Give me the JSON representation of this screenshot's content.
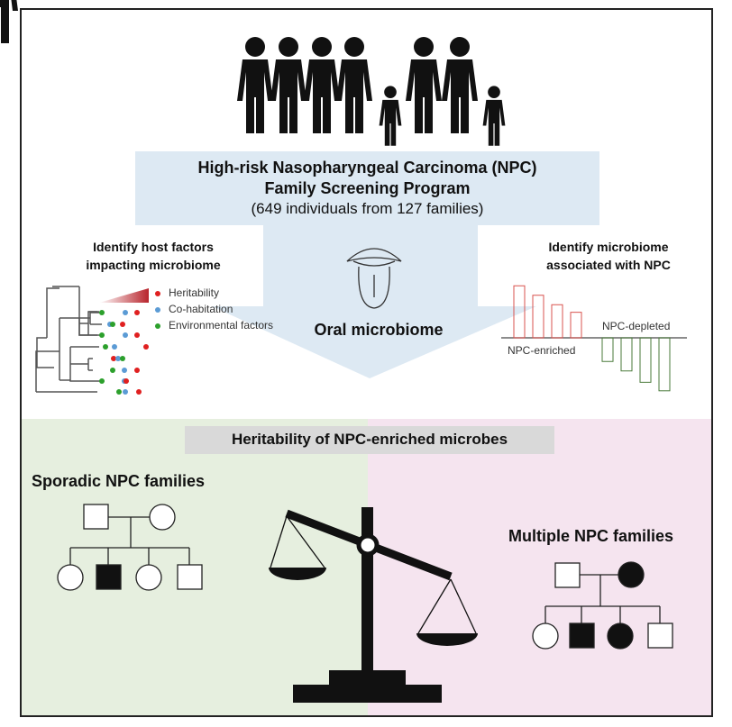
{
  "program": {
    "title_line1": "High-risk Nasopharyngeal Carcinoma (NPC)",
    "title_line2": "Family Screening Program",
    "subtitle": "(649 individuals from 127 families)"
  },
  "center": {
    "label": "Oral microbiome",
    "icon": "mouth-tongue-icon"
  },
  "left_panel": {
    "title_line1": "Identify host factors",
    "title_line2": "impacting microbiome",
    "legend": [
      {
        "label": "Heritability",
        "color": "#e02020"
      },
      {
        "label": "Co-habitation",
        "color": "#5b9bd5"
      },
      {
        "label": "Environmental factors",
        "color": "#2ca02c"
      }
    ]
  },
  "right_panel": {
    "title_line1": "Identify microbiome",
    "title_line2": "associated with NPC",
    "enriched_label": "NPC-enriched",
    "depleted_label": "NPC-depleted",
    "enriched_values": [
      5.5,
      4.5,
      3.5,
      2.7
    ],
    "depleted_values": [
      -2.5,
      -3.5,
      -4.7,
      -5.6
    ],
    "enriched_color": "#d9534f",
    "depleted_color": "#4a7a3a"
  },
  "bottom": {
    "banner": "Heritability of NPC-enriched microbes",
    "left_label": "Sporadic NPC families",
    "right_label": "Multiple NPC families",
    "left_bg": "#e6efdf",
    "right_bg": "#f5e4ef"
  }
}
